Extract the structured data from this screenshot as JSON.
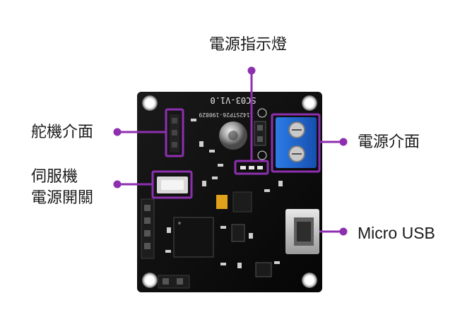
{
  "callouts": {
    "power_indicator": "電源指示燈",
    "servo_interface": "舵機介面",
    "servo_power_switch_line1": "伺服機",
    "servo_power_switch_line2": "電源開關",
    "power_interface": "電源介面",
    "micro_usb": "Micro USB"
  },
  "board": {
    "silkscreen_title": "SC03-V1.0",
    "silkscreen_code": "1142STP26-190829"
  },
  "colors": {
    "callout": "#8e2fb0",
    "pcb": "#0b0b0b",
    "terminal_block": "#1f63c8"
  }
}
